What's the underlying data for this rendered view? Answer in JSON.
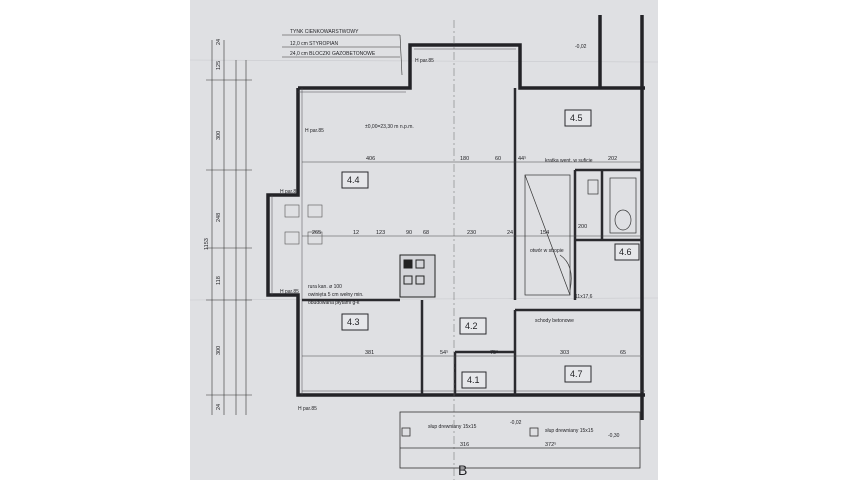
{
  "legend": {
    "title": "TYNK CIENKOWARSTWOWY",
    "line1": "12,0 cm  STYROPIAN",
    "line2": "24,0 cm  BLOCZKI GAZOBETONOWE"
  },
  "elevation": "±0,00=23,30 m n.p.m.",
  "rooms": [
    "4.1",
    "4.2",
    "4.3",
    "4.4",
    "4.5",
    "4.6",
    "4.7"
  ],
  "notes": {
    "stairs": "otwór w stropie",
    "concrete_stairs": "schody betonowe",
    "pipe1": "rura kan. ø 100",
    "pipe2": "owinięta 5 cm wełny min.",
    "pipe3": "obudowana płytami g-k",
    "post1": "słup drewniany 15x15",
    "post2": "słup drewniany 15x15",
    "kitchen": "kratka went. w suficie",
    "level1": "-0,02",
    "level2": "-0,02",
    "level3": "-0,30",
    "axis": "B",
    "sill1": "H par.85",
    "sill2": "H par.85",
    "sill3": "H par.85",
    "sill4": "H par.85",
    "sill5": "H par.85"
  },
  "dimensions": {
    "left_total": "1153",
    "left_a": "300",
    "left_b": "248",
    "left_c": "118",
    "left_d": "300",
    "left_e": "24",
    "top_a": "125",
    "top_b": "24",
    "h1": "406",
    "h2": "180",
    "h3": "60",
    "h4": "44⁵",
    "h5": "202",
    "m1": "265",
    "m2": "12",
    "m3": "123",
    "m4": "90",
    "m5": "68",
    "m6": "230",
    "m7": "24",
    "m8": "154",
    "m9": "200",
    "l1": "381",
    "l2": "54⁵",
    "l3": "75⁵",
    "l4": "303",
    "l5": "65",
    "b1": "316",
    "b2": "372⁵",
    "stair_size": "11x17,6"
  }
}
